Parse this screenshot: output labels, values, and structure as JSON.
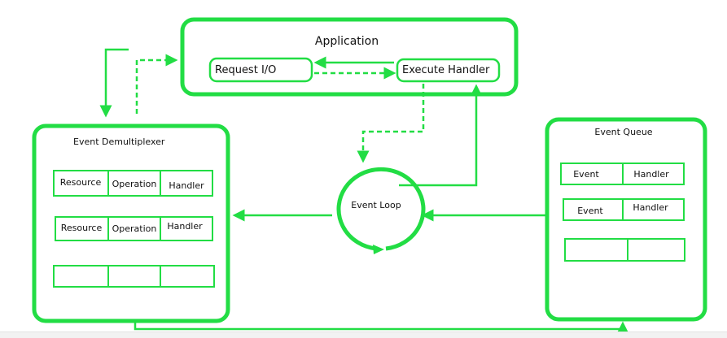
{
  "colors": {
    "accent": "#22dd44",
    "text": "#111111"
  },
  "application": {
    "title": "Application",
    "request_io": "Request I/O",
    "execute_handler": "Execute Handler"
  },
  "demultiplexer": {
    "title": "Event Demultiplexer",
    "rows": [
      [
        "Resource",
        "Operation",
        "Handler"
      ],
      [
        "Resource",
        "Operation",
        "Handler"
      ],
      [
        "",
        "",
        ""
      ]
    ]
  },
  "event_loop": {
    "label": "Event Loop"
  },
  "event_queue": {
    "title": "Event Queue",
    "rows": [
      [
        "Event",
        "Handler"
      ],
      [
        "Event",
        "Handler"
      ],
      [
        "",
        ""
      ]
    ]
  }
}
